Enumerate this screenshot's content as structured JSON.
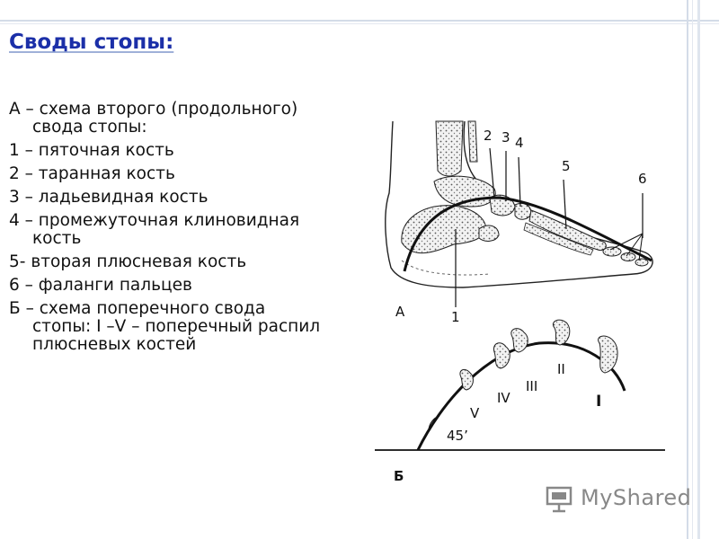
{
  "title": "Своды стопы:",
  "legend": [
    "А – схема второго (продольного) свода стопы:",
    "1 – пяточная кость",
    "2 – таранная кость",
    "3 – ладьевидная кость",
    "4 – промежуточная клиновидная кость",
    "5- вторая плюсневая кость",
    "6 – фаланги пальцев",
    "Б – схема поперечного свода стопы: I –V – поперечный распил плюсневых костей"
  ],
  "figure": {
    "label_a": "А",
    "label_b": "Б",
    "num_1": "1",
    "num_2": "2",
    "num_3": "3",
    "num_4": "4",
    "num_5": "5",
    "num_6": "6",
    "roman_1": "I",
    "roman_2": "II",
    "roman_3": "III",
    "roman_4": "IV",
    "roman_5": "V",
    "angle": "45’"
  },
  "watermark": "MyShared",
  "colors": {
    "title": "#1b2fa8",
    "text": "#111111",
    "frame": "#d4dce8",
    "watermark": "#888888"
  }
}
